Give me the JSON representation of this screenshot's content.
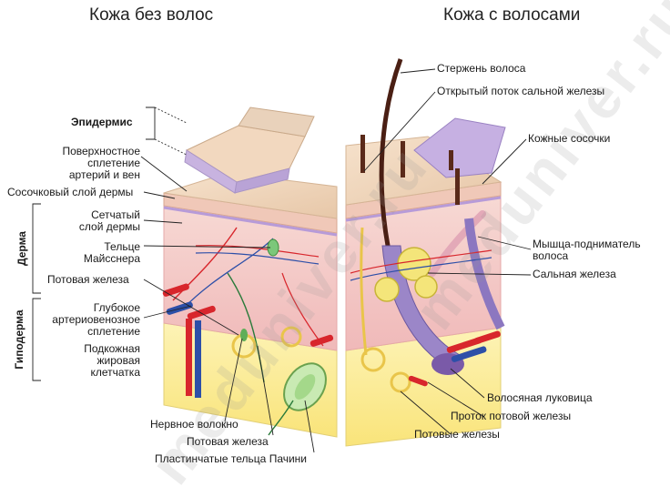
{
  "titles": {
    "left": "Кожа без волос",
    "right": "Кожа с волосами"
  },
  "labels_left": {
    "epidermis": "Эпидермис",
    "superficial_plexus": "Поверхностное\nсплетение\nартерий и вен",
    "papillary_layer": "Сосочковый слой дермы",
    "reticular_layer": "Сетчатый\nслой дермы",
    "meissner": "Тельце\nМайсснера",
    "sweat_gland": "Потовая железа",
    "deep_plexus": "Глубокое\nартериовенозное\nсплетение",
    "subcutaneous": "Подкожная\nжировая\nклетчатка",
    "nerve_fiber": "Нервное волокно",
    "sweat_gland_bottom": "Потовая железа",
    "pacini": "Пластинчатые тельца Пачини"
  },
  "labels_right": {
    "hair_shaft": "Стержень волоса",
    "sebaceous_duct": "Открытый поток сальной железы",
    "dermal_papillae": "Кожные сосочки",
    "arrector_pili": "Мышца-подниматель\nволоса",
    "sebaceous_gland": "Сальная железа",
    "hair_bulb": "Волосяная луковица",
    "sweat_duct": "Проток потовой железы",
    "sweat_glands": "Потовые железы"
  },
  "side_labels": {
    "dermis": "Дерма",
    "hypodermis": "Гиподерма"
  },
  "watermark": "meduniver.ru",
  "colors": {
    "epidermis": "#f2dcc3",
    "epidermis_top": "#c9b6e0",
    "dermis": "#f4c9c9",
    "hypodermis": "#fbee9c",
    "artery": "#d8262c",
    "vein": "#2d4fa8",
    "hair": "#4a1f14"
  }
}
